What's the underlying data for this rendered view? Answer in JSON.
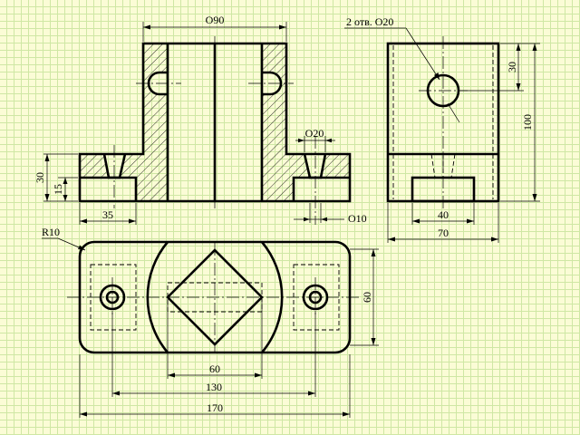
{
  "front_view": {
    "dim_top_diameter": "O90",
    "dim_hole_diameter": "O20",
    "dim_small_diameter": "O10",
    "dim_total_height": "30",
    "dim_base_height": "15",
    "dim_offset": "35"
  },
  "side_view": {
    "hole_note": "2 отв. O20",
    "dim_hole_height": "30",
    "dim_height": "100",
    "dim_slot_width": "40",
    "dim_width": "70"
  },
  "top_view": {
    "dim_radius": "R10",
    "dim_depth": "60",
    "dim_square": "60",
    "dim_hole_spacing": "130",
    "dim_length": "170"
  }
}
